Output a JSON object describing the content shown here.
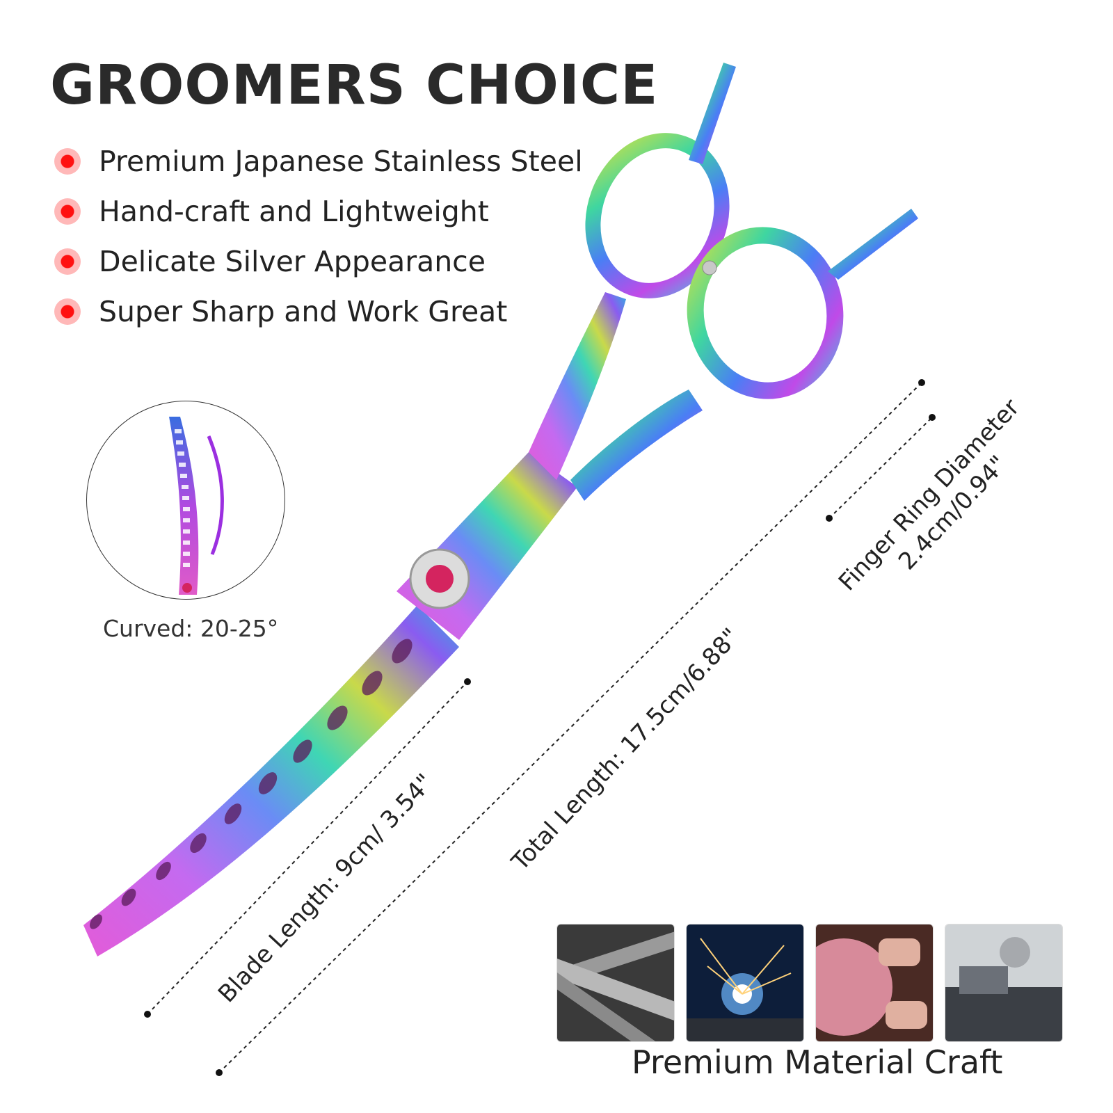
{
  "header": {
    "title": "GROOMERS CHOICE"
  },
  "features": [
    {
      "label": "Premium Japanese Stainless Steel",
      "icon": "bullet-dot-icon"
    },
    {
      "label": "Hand-craft and Lightweight",
      "icon": "bullet-dot-icon"
    },
    {
      "label": "Delicate Silver Appearance",
      "icon": "bullet-dot-icon"
    },
    {
      "label": "Super Sharp and Work Great",
      "icon": "bullet-dot-icon"
    }
  ],
  "inset": {
    "caption": "Curved: 20-25°"
  },
  "dimensions": {
    "blade_length": "Blade Length: 9cm/ 3.54\"",
    "total_length": "Total Length: 17.5cm/6.88\"",
    "finger_ring_line1": "Finger Ring Diameter",
    "finger_ring_line2": "2.4cm/0.94\""
  },
  "craft": {
    "caption": "Premium Material Craft",
    "images": [
      "steel-rods-image",
      "welding-sparks-image",
      "grinding-wheel-image",
      "forging-workshop-image"
    ]
  },
  "colors": {
    "bullet": "#ff1010",
    "bullet_halo": "#ffb8b8",
    "title": "#2a2a2a"
  }
}
